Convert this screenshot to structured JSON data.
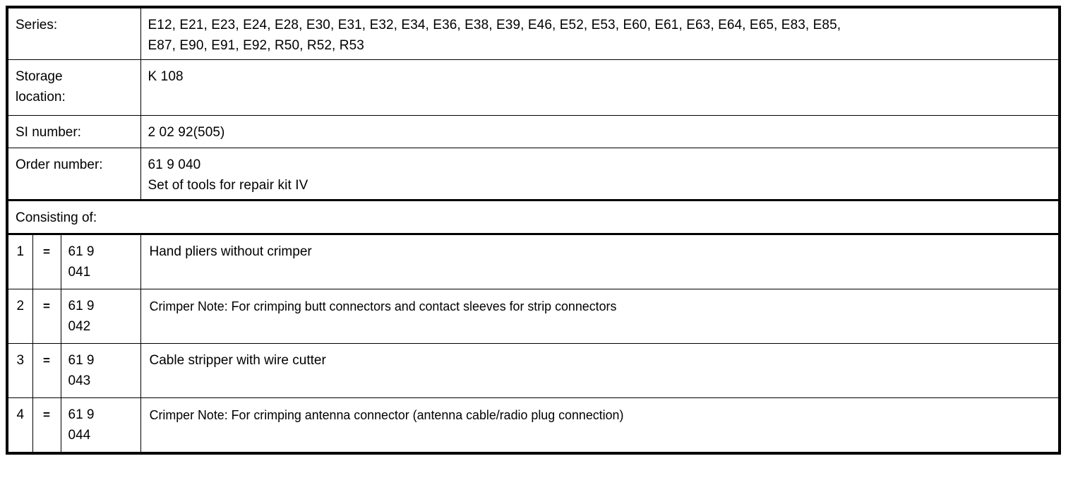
{
  "document": {
    "type": "specification-table",
    "rows": [
      {
        "label": "Series:",
        "value": "E12, E21, E23, E24, E28, E30, E31, E32, E34, E36, E38, E39, E46, E52, E53, E60, E61, E63, E64, E65, E83, E85,\nE87, E90, E91, E92, R50, R52, R53"
      },
      {
        "label": "Storage\nlocation:",
        "value": "K 108"
      },
      {
        "label": "SI number:",
        "value": "2 02 92(505)"
      },
      {
        "label": "Order number:",
        "value": "61 9 040\nSet of tools for repair kit IV"
      }
    ],
    "consisting_of_label": "Consisting of:",
    "items": [
      {
        "no": "1",
        "eq": "=",
        "part": "61 9\n041",
        "description": "Hand pliers without crimper"
      },
      {
        "no": "2",
        "eq": "=",
        "part": "61 9\n042",
        "description": "Crimper Note: For crimping butt connectors and contact sleeves for strip connectors"
      },
      {
        "no": "3",
        "eq": "=",
        "part": "61 9\n043",
        "description": "Cable stripper with wire cutter"
      },
      {
        "no": "4",
        "eq": "=",
        "part": "61 9\n044",
        "description": "Crimper Note: For crimping antenna connector (antenna cable/radio plug connection)"
      }
    ]
  },
  "colors": {
    "ink": "#000000",
    "paper": "#ffffff"
  }
}
